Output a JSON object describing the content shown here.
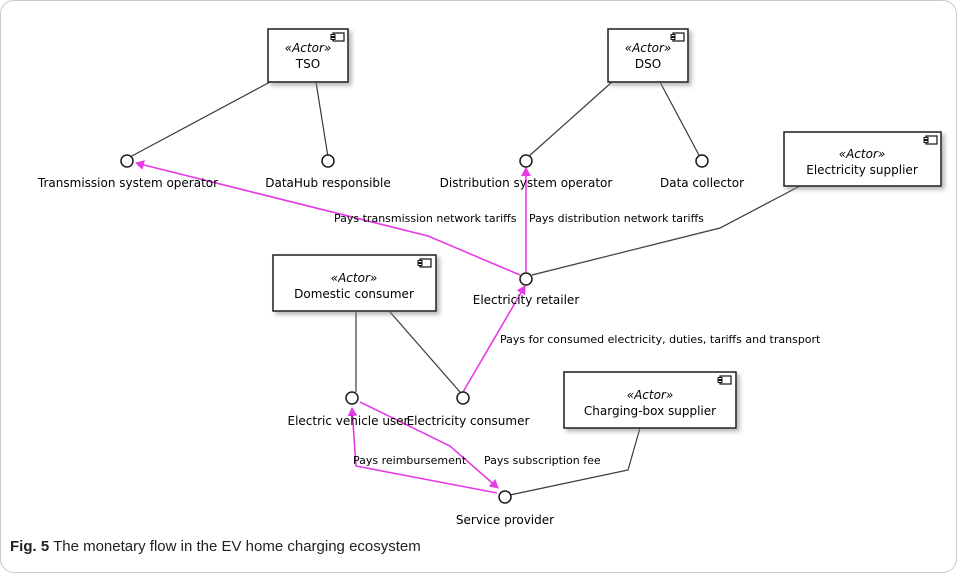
{
  "actors": [
    {
      "id": "tso",
      "stereotype": "«Actor»",
      "name": "TSO"
    },
    {
      "id": "dso",
      "stereotype": "«Actor»",
      "name": "DSO"
    },
    {
      "id": "supplier",
      "stereotype": "«Actor»",
      "name": "Electricity supplier"
    },
    {
      "id": "domestic",
      "stereotype": "«Actor»",
      "name": "Domestic consumer"
    },
    {
      "id": "chargebox",
      "stereotype": "«Actor»",
      "name": "Charging-box supplier"
    }
  ],
  "interfaces": [
    {
      "id": "tso_op",
      "label": "Transmission system operator"
    },
    {
      "id": "datahub",
      "label": "DataHub responsible"
    },
    {
      "id": "dso_op",
      "label": "Distribution system operator"
    },
    {
      "id": "collector",
      "label": "Data collector"
    },
    {
      "id": "retailer",
      "label": "Electricity retailer"
    },
    {
      "id": "ev_user",
      "label": "Electric vehicle user"
    },
    {
      "id": "consumer",
      "label": "Electricity consumer"
    },
    {
      "id": "provider",
      "label": "Service provider"
    }
  ],
  "flows": [
    {
      "id": "f_trans",
      "label": "Pays transmission network tariffs"
    },
    {
      "id": "f_dist",
      "label": "Pays distribution network tariffs"
    },
    {
      "id": "f_consumed",
      "label": "Pays for consumed electricity, duties, tariffs and transport"
    },
    {
      "id": "f_reimb",
      "label": "Pays reimbursement"
    },
    {
      "id": "f_sub",
      "label": "Pays subscription fee"
    }
  ],
  "colors": {
    "flow": "#e63ce6",
    "line": "#3a3a3a"
  },
  "caption": {
    "label": "Fig. 5",
    "text": "The monetary flow in the EV home charging ecosystem"
  }
}
